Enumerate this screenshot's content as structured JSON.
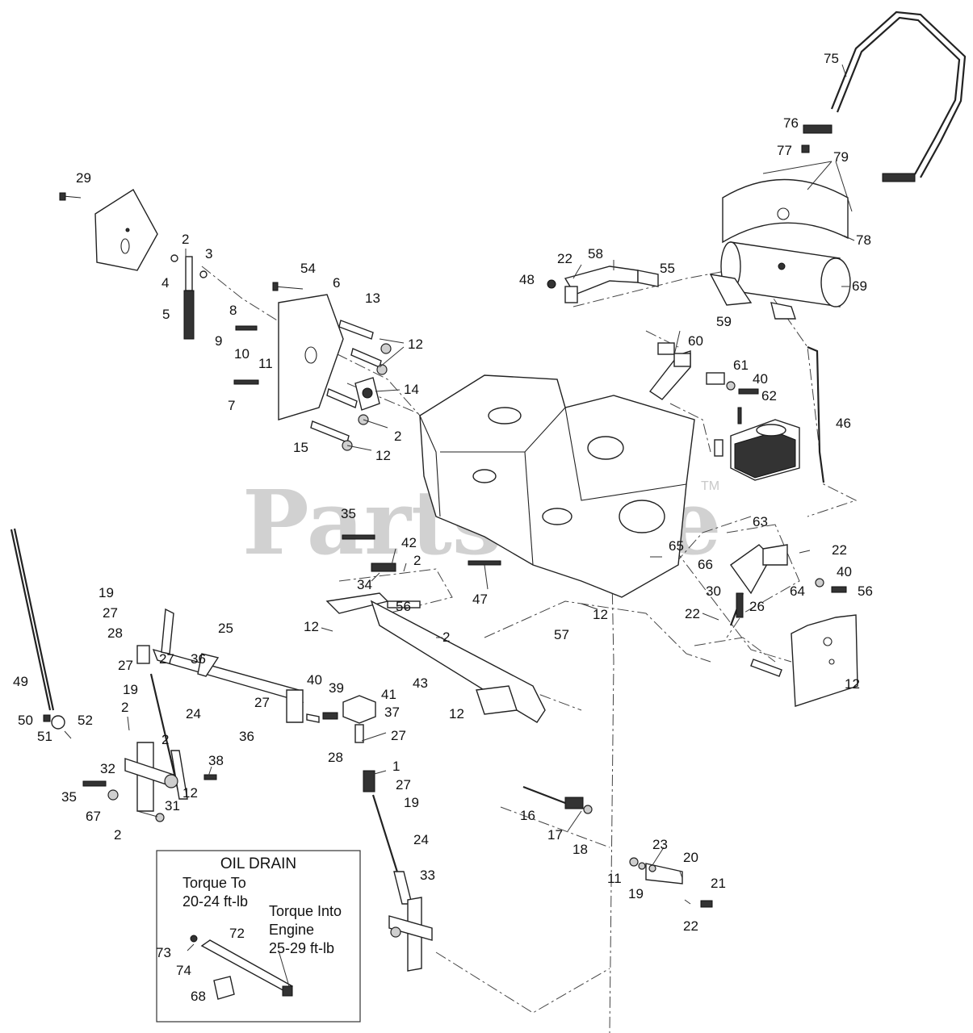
{
  "watermark": {
    "text": "PartsTree",
    "trademark": "TM"
  },
  "oil_drain_box": {
    "title": "OIL DRAIN",
    "torque_to": [
      "Torque To",
      "20-24 ft-lb"
    ],
    "torque_into": [
      "Torque Into",
      "Engine",
      "25-29 ft-lb"
    ]
  },
  "callouts": [
    "75",
    "76",
    "77",
    "79",
    "78",
    "69",
    "29",
    "2",
    "3",
    "4",
    "5",
    "54",
    "6",
    "13",
    "8",
    "9",
    "10",
    "11",
    "12",
    "14",
    "7",
    "2",
    "15",
    "12",
    "22",
    "58",
    "55",
    "48",
    "59",
    "60",
    "61",
    "40",
    "62",
    "46",
    "35",
    "42",
    "2",
    "34",
    "56",
    "47",
    "65",
    "63",
    "22",
    "66",
    "40",
    "30",
    "26",
    "64",
    "56",
    "22",
    "19",
    "27",
    "28",
    "25",
    "27",
    "36",
    "27",
    "19",
    "24",
    "49",
    "50",
    "51",
    "52",
    "2",
    "2",
    "12",
    "2",
    "43",
    "12",
    "57",
    "12",
    "12",
    "27",
    "40",
    "39",
    "41",
    "36",
    "37",
    "27",
    "28",
    "1",
    "27",
    "19",
    "24",
    "33",
    "32",
    "35",
    "67",
    "31",
    "12",
    "38",
    "2",
    "16",
    "17",
    "18",
    "11",
    "23",
    "19",
    "20",
    "21",
    "22",
    "73",
    "74",
    "72",
    "68"
  ]
}
